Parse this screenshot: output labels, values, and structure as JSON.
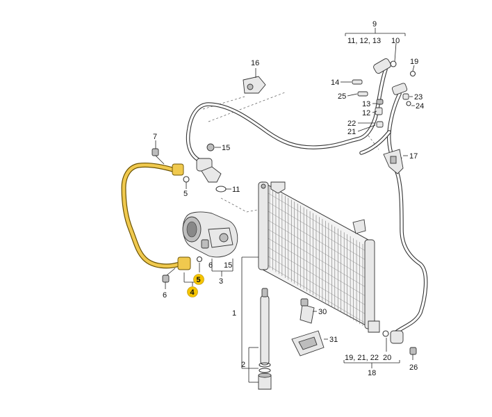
{
  "labels": {
    "c1": "1",
    "c2": "2",
    "c3": "3",
    "c4": "4",
    "c5": "5",
    "c5b": "5",
    "c6": "6",
    "c6b": "6",
    "c7": "7",
    "c9": "9",
    "c10": "10",
    "c11": "11",
    "c12": "12",
    "c13": "13",
    "c14": "14",
    "c15": "15",
    "c15b": "15",
    "c16": "16",
    "c17": "17",
    "c18": "18",
    "c19": "19",
    "c20": "20",
    "c21": "21",
    "c22": "22",
    "c23": "23",
    "c24": "24",
    "c25": "25",
    "c26": "26",
    "c30": "30",
    "c31": "31",
    "g_11_12_13": "11, 12, 13",
    "g_19_21_22": "19, 21, 22"
  },
  "colors": {
    "highlight": "#f5c400",
    "hose_fill": "#f0c94e",
    "line": "#333333"
  }
}
